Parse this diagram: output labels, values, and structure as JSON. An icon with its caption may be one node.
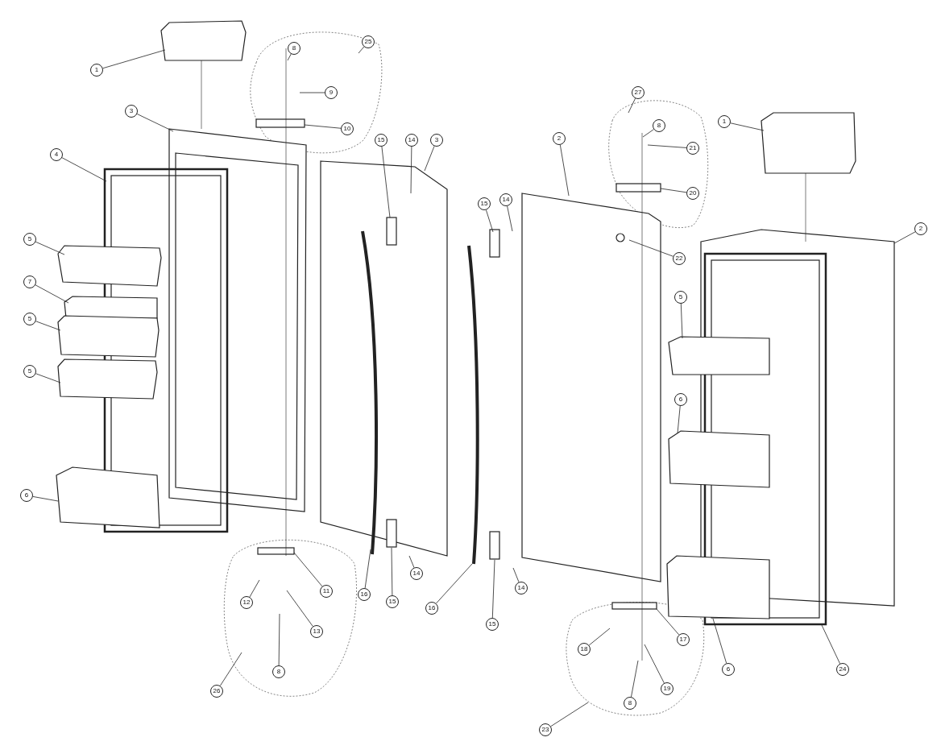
{
  "diagram": {
    "nodes": [
      {
        "text": [
          "1"
        ]
      },
      {
        "text": [
          "3"
        ]
      },
      {
        "text": [
          "4"
        ]
      },
      {
        "text": [
          "5"
        ]
      },
      {
        "text": [
          "7"
        ]
      },
      {
        "text": [
          "5"
        ]
      },
      {
        "text": [
          "5"
        ]
      },
      {
        "text": [
          "6"
        ]
      },
      {
        "text": [
          "25"
        ]
      },
      {
        "text": [
          "8"
        ]
      },
      {
        "text": [
          "9"
        ]
      },
      {
        "text": [
          "10"
        ]
      },
      {
        "text": [
          "15"
        ]
      },
      {
        "text": [
          "14"
        ]
      },
      {
        "text": [
          "3"
        ]
      },
      {
        "text": [
          "15"
        ]
      },
      {
        "text": [
          "14"
        ]
      },
      {
        "text": [
          "2"
        ]
      },
      {
        "text": [
          "27"
        ]
      },
      {
        "text": [
          "8"
        ]
      },
      {
        "text": [
          "21"
        ]
      },
      {
        "text": [
          "20"
        ]
      },
      {
        "text": [
          "22"
        ]
      },
      {
        "text": [
          "1"
        ]
      },
      {
        "text": [
          "2"
        ]
      },
      {
        "text": [
          "5"
        ]
      },
      {
        "text": [
          "6"
        ]
      },
      {
        "text": [
          "11"
        ]
      },
      {
        "text": [
          "12"
        ]
      },
      {
        "text": [
          "13"
        ]
      },
      {
        "text": [
          "8"
        ]
      },
      {
        "text": [
          "26"
        ]
      },
      {
        "text": [
          "16"
        ]
      },
      {
        "text": [
          "15"
        ]
      },
      {
        "text": [
          "14"
        ]
      },
      {
        "text": [
          "16"
        ]
      },
      {
        "text": [
          "15"
        ]
      },
      {
        "text": [
          "14"
        ]
      },
      {
        "text": [
          "18"
        ]
      },
      {
        "text": [
          "17"
        ]
      },
      {
        "text": [
          "19"
        ]
      },
      {
        "text": [
          "8"
        ]
      },
      {
        "text": [
          "23"
        ]
      },
      {
        "text": [
          "6"
        ]
      },
      {
        "text": [
          "24"
        ]
      }
    ],
    "edges": [
      {
        "from": 0,
        "to": null,
        "arrow": "none"
      },
      {
        "from": 1,
        "to": null,
        "arrow": "none"
      },
      {
        "from": 2,
        "to": null,
        "arrow": "none"
      },
      {
        "from": 3,
        "to": null,
        "arrow": "none"
      },
      {
        "from": 4,
        "to": null,
        "arrow": "none"
      },
      {
        "from": 5,
        "to": null,
        "arrow": "none"
      },
      {
        "from": 6,
        "to": null,
        "arrow": "none"
      },
      {
        "from": 7,
        "to": null,
        "arrow": "none"
      },
      {
        "from": 8,
        "to": null,
        "arrow": "none"
      },
      {
        "from": 9,
        "to": null,
        "arrow": "none"
      },
      {
        "from": 10,
        "to": null,
        "arrow": "none"
      },
      {
        "from": 11,
        "to": null,
        "arrow": "none"
      },
      {
        "from": 12,
        "to": null,
        "arrow": "none"
      },
      {
        "from": 13,
        "to": null,
        "arrow": "none"
      },
      {
        "from": 14,
        "to": null,
        "arrow": "none"
      },
      {
        "from": 15,
        "to": null,
        "arrow": "none"
      },
      {
        "from": 16,
        "to": null,
        "arrow": "none"
      },
      {
        "from": 17,
        "to": null,
        "arrow": "none"
      },
      {
        "from": 18,
        "to": null,
        "arrow": "none"
      },
      {
        "from": 19,
        "to": null,
        "arrow": "none"
      },
      {
        "from": 20,
        "to": null,
        "arrow": "none"
      },
      {
        "from": 21,
        "to": null,
        "arrow": "none"
      },
      {
        "from": 22,
        "to": null,
        "arrow": "none"
      },
      {
        "from": 23,
        "to": null,
        "arrow": "none"
      },
      {
        "from": 24,
        "to": null,
        "arrow": "none"
      },
      {
        "from": 25,
        "to": null,
        "arrow": "none"
      },
      {
        "from": 26,
        "to": null,
        "arrow": "none"
      },
      {
        "from": 27,
        "to": null,
        "arrow": "none"
      },
      {
        "from": 28,
        "to": null,
        "arrow": "none"
      },
      {
        "from": 29,
        "to": null,
        "arrow": "none"
      },
      {
        "from": 30,
        "to": null,
        "arrow": "none"
      },
      {
        "from": 31,
        "to": null,
        "arrow": "none"
      },
      {
        "from": 32,
        "to": null,
        "arrow": "none"
      },
      {
        "from": 33,
        "to": null,
        "arrow": "none"
      },
      {
        "from": 34,
        "to": null,
        "arrow": "none"
      },
      {
        "from": 35,
        "to": null,
        "arrow": "none"
      },
      {
        "from": 36,
        "to": null,
        "arrow": "none"
      },
      {
        "from": 37,
        "to": null,
        "arrow": "none"
      },
      {
        "from": 38,
        "to": null,
        "arrow": "none"
      },
      {
        "from": 39,
        "to": null,
        "arrow": "none"
      },
      {
        "from": 40,
        "to": null,
        "arrow": "none"
      },
      {
        "from": 41,
        "to": null,
        "arrow": "none"
      },
      {
        "from": 42,
        "to": null,
        "arrow": "none"
      },
      {
        "from": 43,
        "to": null,
        "arrow": "none"
      },
      {
        "from": 44,
        "to": null,
        "arrow": "none"
      }
    ]
  }
}
